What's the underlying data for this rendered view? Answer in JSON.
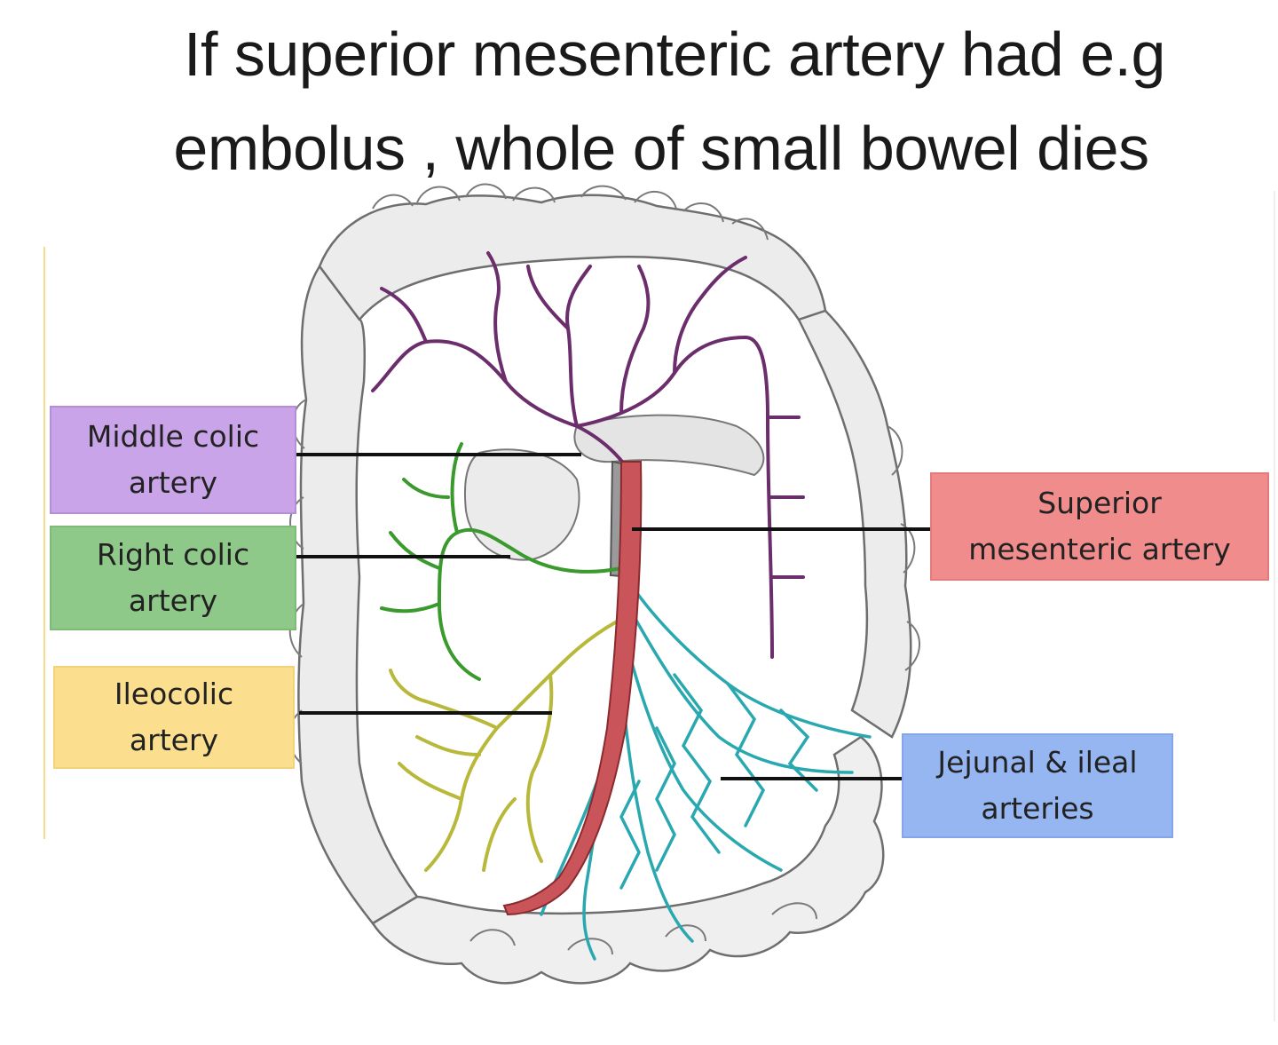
{
  "title": {
    "line1": "If superior mesenteric artery had e.g",
    "line2": "embolus , whole of small bowel dies"
  },
  "labels": {
    "middle_colic": {
      "line1": "Middle colic",
      "line2": "artery",
      "color": "#c9a4e8"
    },
    "right_colic": {
      "line1": "Right colic",
      "line2": "artery",
      "color": "#8fc98a"
    },
    "ileocolic": {
      "line1": "Ileocolic",
      "line2": "artery",
      "color": "#fbdf8e"
    },
    "superior_mesenteric": {
      "line1": "Superior",
      "line2": "mesenteric artery",
      "color": "#f08c8c"
    },
    "jejunal_ileal": {
      "line1": "Jejunal & ileal",
      "line2": "arteries",
      "color": "#96b6f2"
    }
  },
  "vessel_colors": {
    "superior_mesenteric": "#c9545a",
    "middle_colic": "#6b2d6b",
    "right_colic": "#3a9a2e",
    "ileocolic": "#b8b83a",
    "jejunal_ileal": "#2aa8b0"
  }
}
